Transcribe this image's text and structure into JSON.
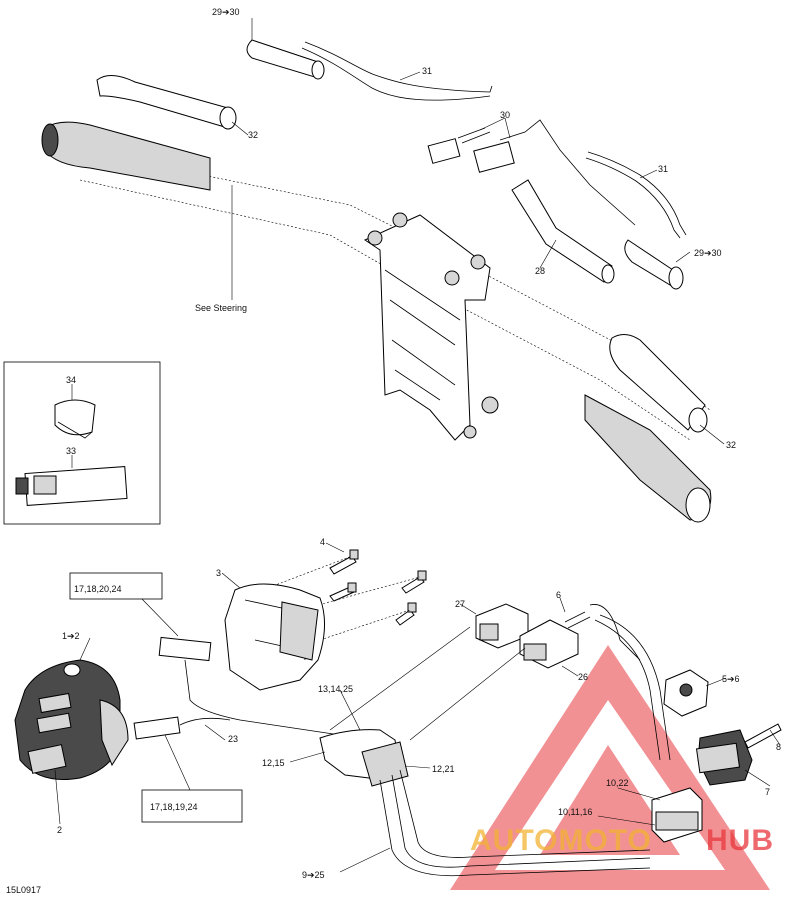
{
  "diagram_code": "15L0917",
  "callouts": {
    "c1": "29➔30",
    "c2": "31",
    "c3": "32",
    "c4": "30",
    "c5": "31",
    "c6": "29➔30",
    "c7": "28",
    "c8": "See Steering",
    "c9": "32",
    "c10": "34",
    "c11": "33",
    "c12": "4",
    "c13": "3",
    "c14": "27",
    "c15": "6",
    "c16": "26",
    "c17": "1➔2",
    "c18": "17,18,20,24",
    "c19": "13,14,25",
    "c20": "5➔6",
    "c21": "8",
    "c22": "12,15",
    "c23": "12,21",
    "c24": "23",
    "c25": "17,18,19,24",
    "c26": "2",
    "c27": "7",
    "c28": "10,22",
    "c29": "10,11,16",
    "c30": "9➔25"
  },
  "watermark": {
    "text_a": "AUTOMOTO",
    "text_b": "HUB",
    "color_red": "#e8383d",
    "color_gold": "#f2b233"
  }
}
